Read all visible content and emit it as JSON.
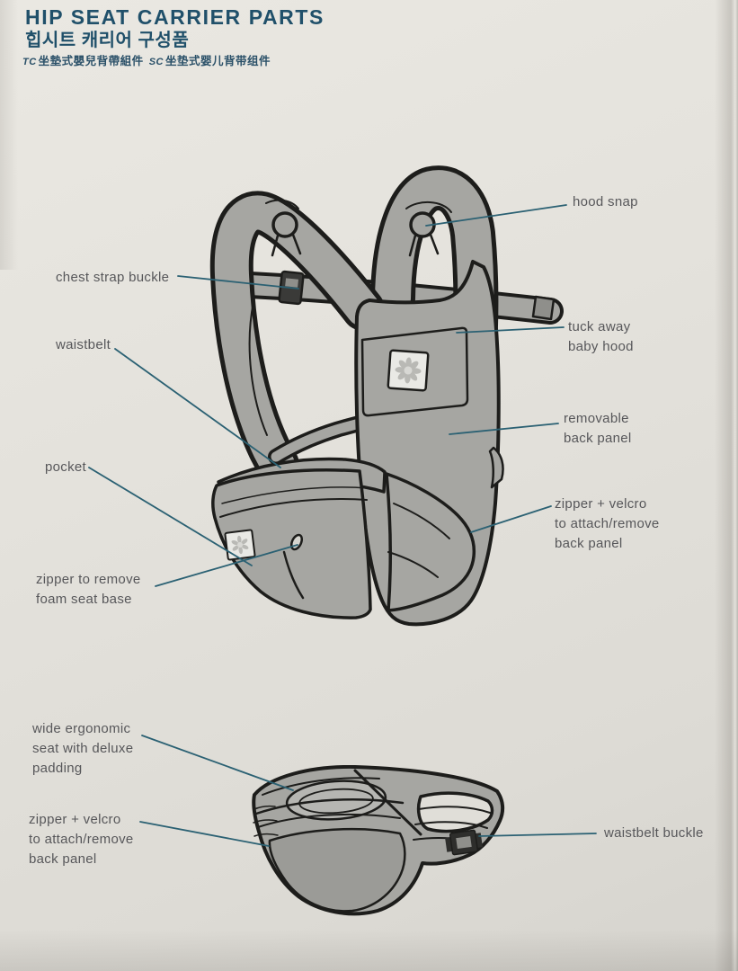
{
  "header": {
    "title": "HIP SEAT CARRIER PARTS",
    "subtitle_korean": "힙시트 캐리어 구성품",
    "regional": {
      "tc_label": "TC",
      "tc_text": "坐墊式嬰兒背帶組件",
      "sc_label": "SC",
      "sc_text": "坐垫式婴儿背带组件"
    }
  },
  "diagram_labels": {
    "hood_snap": "hood snap",
    "chest_strap_buckle": "chest strap buckle",
    "tuck_away_baby_hood": "tuck away\nbaby hood",
    "waistbelt": "waistbelt",
    "removable_back_panel": "removable\nback panel",
    "pocket": "pocket",
    "zipper_velcro_back_panel": "zipper + velcro\nto attach/remove\nback panel",
    "zipper_foam_seat_base": "zipper to remove\nfoam seat base",
    "wide_ergonomic_seat": "wide ergonomic\nseat with deluxe\npadding",
    "zipper_velcro_back_panel_bottom": "zipper + velcro\nto attach/remove\nback panel",
    "waistbelt_buckle": "waistbelt buckle"
  },
  "icons": {
    "brand_logo": "flower-pinwheel-logo"
  },
  "colors": {
    "title_text": "#20506a",
    "label_text": "#57575a",
    "leader_line": "#2b6173",
    "carrier_fill": "#a6a6a2",
    "carrier_outline": "#1d1d1b",
    "paper": "#e4e2dc"
  }
}
